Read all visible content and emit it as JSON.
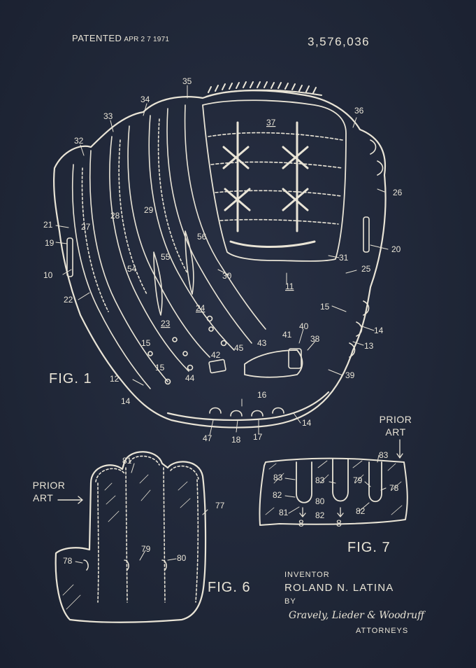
{
  "header": {
    "patented_label": "PATENTED",
    "patented_date": "APR 2 7 1971",
    "patent_number": "3,576,036"
  },
  "figures": {
    "fig1": "FIG. 1",
    "fig6": "FIG. 6",
    "fig7": "FIG. 7"
  },
  "prior_art": {
    "fig6_line1": "PRIOR",
    "fig6_line2": "ART",
    "fig7_line1": "PRIOR",
    "fig7_line2": "ART"
  },
  "credits": {
    "inventor_label": "INVENTOR",
    "inventor_name": "ROLAND N. LATINA",
    "by_label": "BY",
    "signature": "Gravely, Lieder & Woodruff",
    "attorneys_label": "ATTORNEYS"
  },
  "fig1_refs": [
    "35",
    "34",
    "33",
    "32",
    "21",
    "19",
    "10",
    "22",
    "27",
    "28",
    "29",
    "56",
    "55",
    "54",
    "37",
    "36",
    "26",
    "20",
    "25",
    "31",
    "30",
    "11",
    "24",
    "23",
    "15",
    "15",
    "15",
    "12",
    "14",
    "44",
    "42",
    "45",
    "43",
    "41",
    "40",
    "38",
    "39",
    "13",
    "14",
    "16",
    "14",
    "47",
    "18",
    "17"
  ],
  "fig6_refs": [
    "81",
    "77",
    "79",
    "78",
    "80"
  ],
  "fig7_refs": [
    "83",
    "83",
    "83",
    "79",
    "78",
    "82",
    "80",
    "81",
    "82",
    "82",
    "8",
    "8"
  ],
  "colors": {
    "background": "#1f2637",
    "ink": "#e9e4d6"
  }
}
